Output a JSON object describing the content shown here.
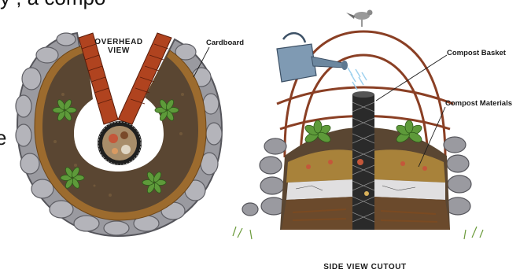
{
  "labels": {
    "overhead_view": "OVERHEAD VIEW",
    "cardboard": "Cardboard",
    "compost_basket": "Compost Basket",
    "compost_materials": "Compost Materials",
    "side_view_cutout": "SIDE VIEW CUTOUT",
    "clipped_top_text": "y                                                           , a compo",
    "clipped_left_text": "e"
  },
  "colors": {
    "stone": "#9a9aa0",
    "stone_dark": "#6d6d73",
    "brick": "#b0431f",
    "soil": "#5a4632",
    "soil_light": "#7a5f3e",
    "cardboard": "#9c6b2e",
    "leaf": "#5e9a3a",
    "basket": "#1f1f1f",
    "watering_can": "#7f9ab3",
    "hoop": "#8a3f24",
    "water": "#9fd2ef"
  }
}
